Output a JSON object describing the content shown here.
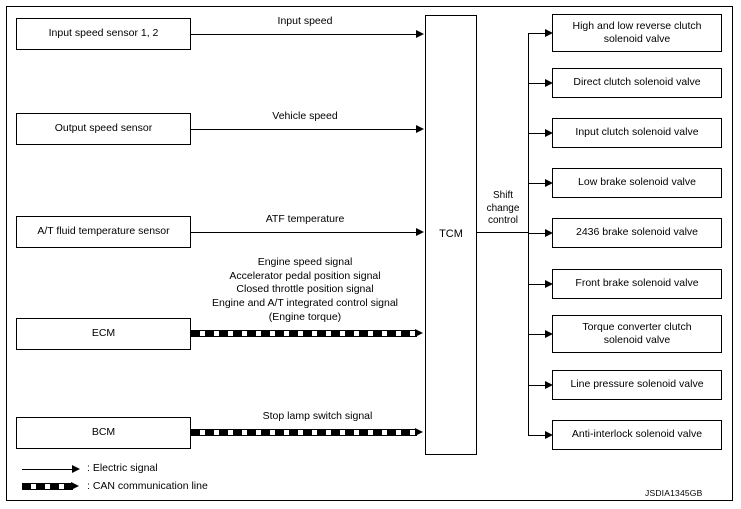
{
  "diagram": {
    "code": "JSDIA1345GB",
    "inputs": [
      {
        "label": "Input speed sensor 1, 2",
        "signal": "Input speed",
        "type": "electric"
      },
      {
        "label": "Output speed sensor",
        "signal": "Vehicle speed",
        "type": "electric"
      },
      {
        "label": "A/T fluid temperature sensor",
        "signal": "ATF temperature",
        "type": "electric"
      },
      {
        "label": "ECM",
        "signal": "Engine speed signal\nAccelerator pedal position signal\nClosed throttle position signal\nEngine and A/T integrated control signal\n(Engine torque)",
        "type": "can"
      },
      {
        "label": "BCM",
        "signal": "Stop lamp switch signal",
        "type": "can"
      }
    ],
    "controller": {
      "label": "TCM",
      "output_label": "Shift\nchange\ncontrol"
    },
    "outputs": [
      {
        "label": "High and low reverse clutch\nsolenoid valve"
      },
      {
        "label": "Direct clutch solenoid valve"
      },
      {
        "label": "Input clutch solenoid valve"
      },
      {
        "label": "Low brake solenoid valve"
      },
      {
        "label": "2436 brake solenoid valve"
      },
      {
        "label": "Front brake solenoid valve"
      },
      {
        "label": "Torque converter clutch\nsolenoid valve"
      },
      {
        "label": "Line pressure solenoid valve"
      },
      {
        "label": "Anti-interlock solenoid valve"
      }
    ],
    "legend": [
      {
        "key": "electric",
        "text": ": Electric signal"
      },
      {
        "key": "can",
        "text": ": CAN communication line"
      }
    ]
  }
}
